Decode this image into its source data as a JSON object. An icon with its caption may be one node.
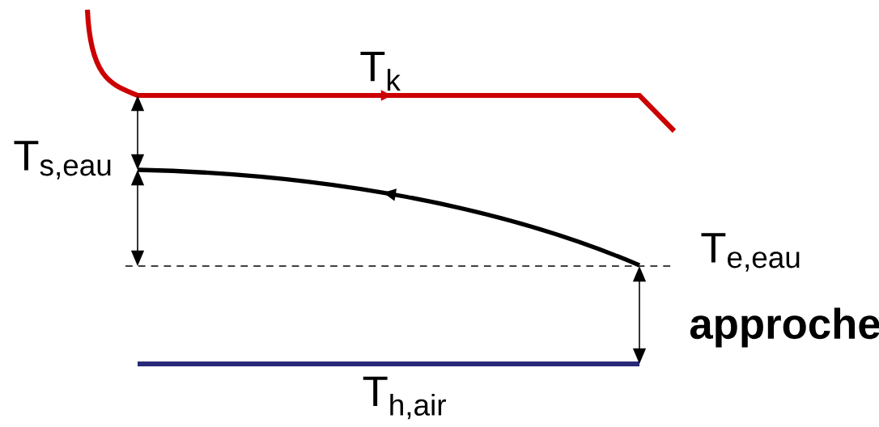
{
  "diagram": {
    "labels": [
      "T$_{k}$",
      "T$_{s,eau}$",
      "T$_{e,eau}$",
      "approche",
      "T$_{h,air}$"
    ]
  }
}
